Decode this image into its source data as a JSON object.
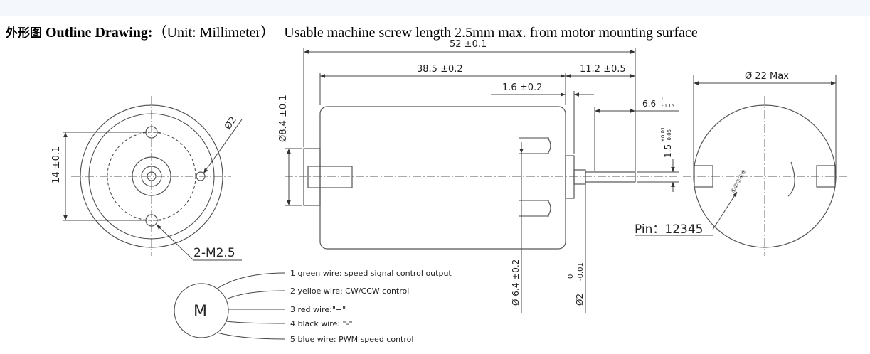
{
  "header": {
    "cn": "外形图",
    "en_bold": "Outline Drawing:",
    "unit": "（Unit: Millimeter）",
    "note": "Usable machine screw length 2.5mm max. from motor mounting surface"
  },
  "dims": {
    "overall_len": "52 ±0.1",
    "body_len": "38.5 ±0.2",
    "shaft_len": "11.2 ±0.5",
    "flange": "1.6 ±0.2",
    "dia_boss": "Ø8.4 ±0.1",
    "shaft_flat": "6.6",
    "shaft_flat_tol_up": "0",
    "shaft_flat_tol_dn": "-0.15",
    "flat_height": "1.5",
    "flat_tol_up": "+0.01",
    "flat_tol_dn": "-0.05",
    "dia_tail": "Ø 6.4 ±0.2",
    "dia_shaft": "Ø2",
    "dia_shaft_tol_up": "0",
    "dia_shaft_tol_dn": "-0.01",
    "max_dia": "Ø 22 Max",
    "hole_pitch": "14 ±0.1",
    "hole_dia": "Ø2",
    "screw": "2-M2.5",
    "pin": "Pin：12345",
    "pin_digits": "①②③④⑤"
  },
  "wiring": {
    "motor_symbol": "M",
    "wires": [
      "1 green wire: speed signal control output",
      "2 yelloe wire: CW/CCW control",
      "3 red wire:\"+\"",
      "4 black wire: \"-\"",
      "5 blue wire: PWM speed control"
    ]
  }
}
